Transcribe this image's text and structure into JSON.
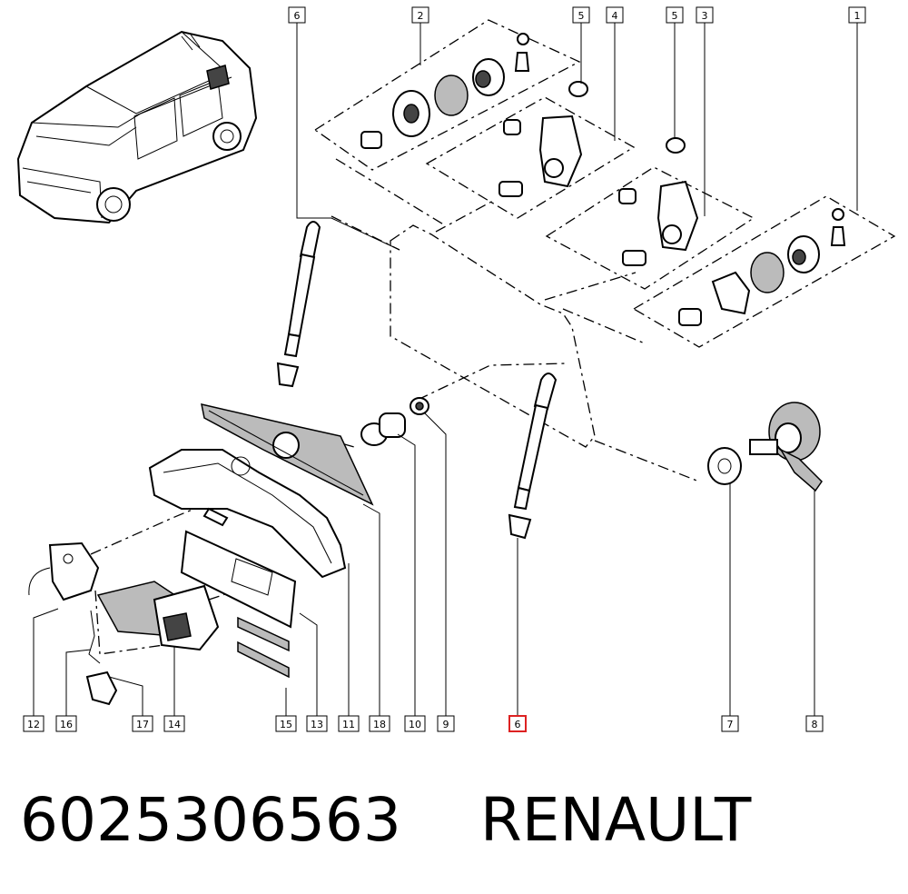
{
  "caption": {
    "part_number": "6025306563",
    "brand": "RENAULT"
  },
  "callouts": {
    "top": [
      "6",
      "2",
      "5",
      "4",
      "5",
      "3",
      "1"
    ],
    "bottom": [
      "12",
      "16",
      "17",
      "14",
      "15",
      "13",
      "11",
      "18",
      "10",
      "9",
      "6",
      "7",
      "8"
    ]
  },
  "highlight": {
    "label": "6",
    "color": "#dd2222"
  }
}
